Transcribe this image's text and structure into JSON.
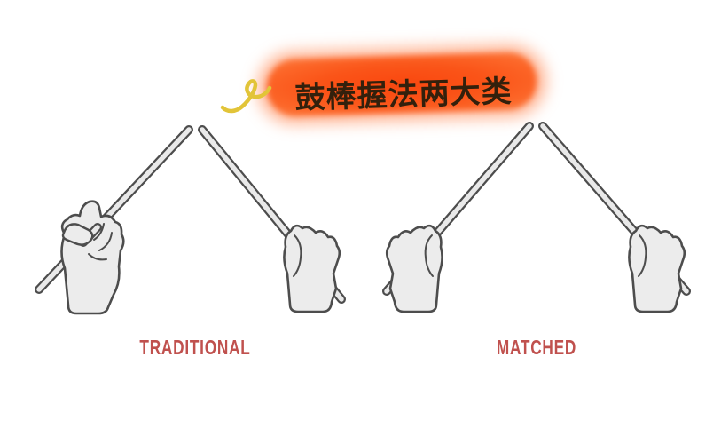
{
  "title": {
    "text": "鼓棒握法两大类",
    "highlight_color": "#fa5418",
    "text_color": "#33200c"
  },
  "doodle": {
    "name": "yellow-squiggle",
    "color": "#e2c438"
  },
  "figures": [
    {
      "label": "TRADITIONAL"
    },
    {
      "label": "MATCHED"
    }
  ],
  "colors": {
    "background": "#ffffff",
    "label_text": "#c0514e",
    "hand_fill": "#ececec",
    "outline": "#4d4d4d"
  }
}
